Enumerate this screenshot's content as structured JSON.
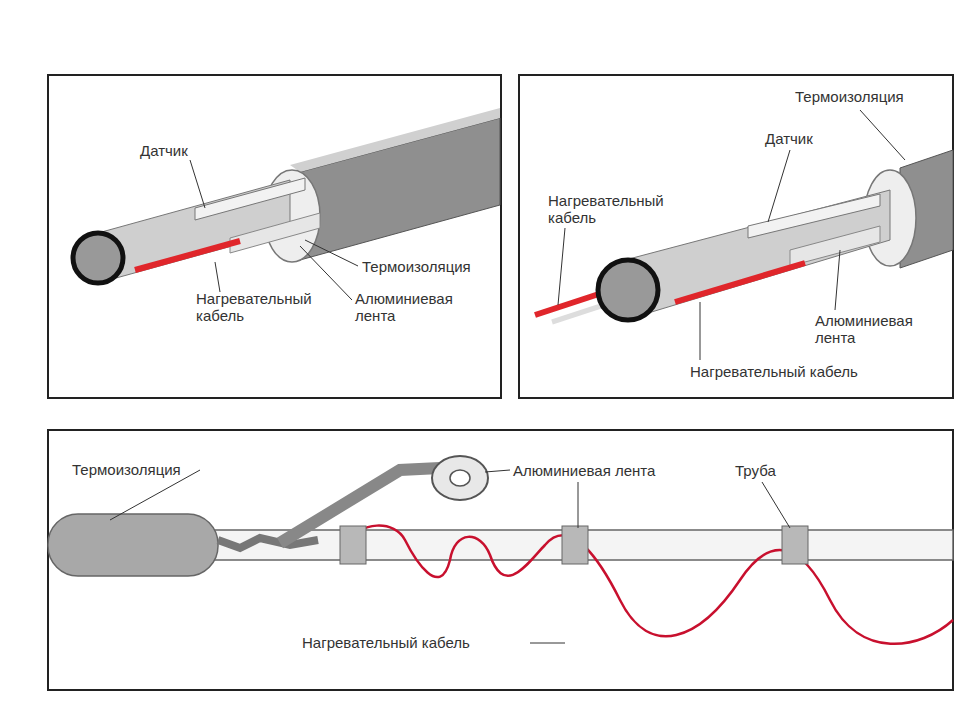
{
  "diagram": {
    "labels": [
      "Датчик",
      "Термоизоляция",
      "Нагревательный кабель",
      "Алюминиевая лента",
      "Термоизоляция",
      "Датчик",
      "Нагревательный кабель",
      "Алюминиевая лента",
      "Нагревательный кабель",
      "Термоизоляция",
      "Алюминиевая лента",
      "Труба",
      "Нагревательный кабель"
    ]
  }
}
